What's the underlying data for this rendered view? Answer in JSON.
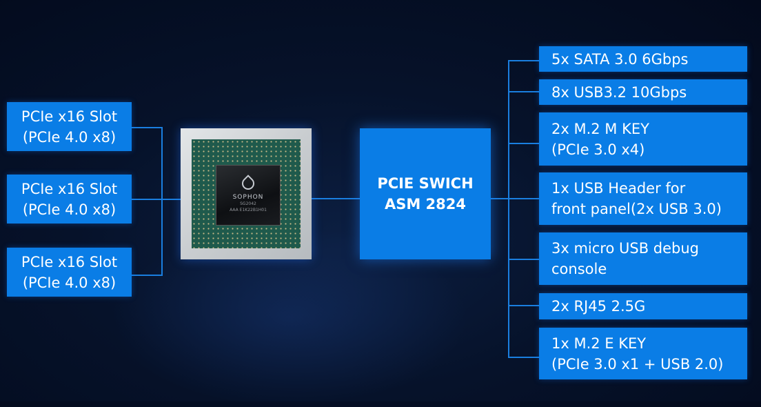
{
  "left_slots": [
    {
      "line1": "PCIe x16 Slot",
      "line2": "(PCIe 4.0 x8)"
    },
    {
      "line1": "PCIe x16 Slot",
      "line2": "(PCIe 4.0 x8)"
    },
    {
      "line1": "PCIe x16 Slot",
      "line2": "(PCIe 4.0 x8)"
    }
  ],
  "chip": {
    "brand": "SOPHON",
    "model": "SG2042",
    "code": "AAA  E1K22B1H01"
  },
  "switch": {
    "line1": "PCIE SWICH",
    "line2": "ASM 2824"
  },
  "right_items": [
    {
      "line1": "5x SATA 3.0 6Gbps",
      "line2": ""
    },
    {
      "line1": "8x USB3.2 10Gbps",
      "line2": ""
    },
    {
      "line1": "2x M.2 M KEY",
      "line2": "(PCIe 3.0 x4)"
    },
    {
      "line1": "1x USB Header for",
      "line2": "front panel(2x USB 3.0)"
    },
    {
      "line1": "3x micro USB debug",
      "line2": "console"
    },
    {
      "line1": "2x RJ45 2.5G",
      "line2": ""
    },
    {
      "line1": "1x M.2 E KEY",
      "line2": "(PCIe 3.0 x1 + USB 2.0)"
    }
  ],
  "colors": {
    "accent": "#0a7de6",
    "background": "#06122a",
    "connector": "#1a7fe0"
  }
}
